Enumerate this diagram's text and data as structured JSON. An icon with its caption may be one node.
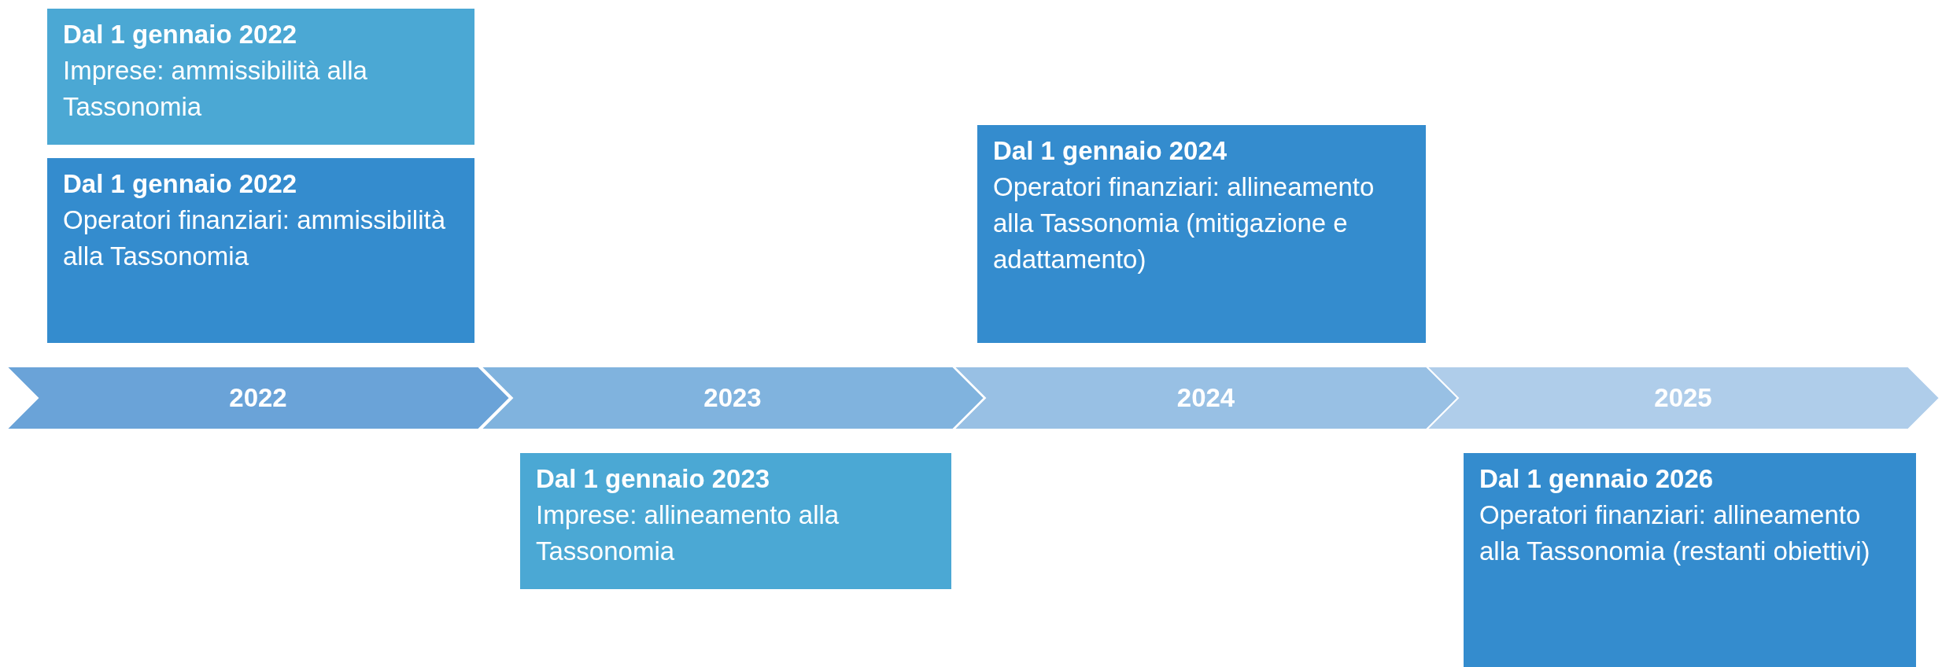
{
  "diagram": {
    "nodes": [
      {
        "text": [
          "Dal 1 gennaio 2022",
          "Imprese: ammissibilità alla Tassonomia"
        ]
      },
      {
        "text": [
          "Dal 1 gennaio 2022",
          "Operatori finanziari: ammissibilità alla Tassonomia"
        ]
      },
      {
        "text": [
          "Dal 1 gennaio 2024",
          "Operatori finanziari: allineamento alla Tassonomia (mitigazione e adattamento)"
        ]
      },
      {
        "text": [
          "2022"
        ]
      },
      {
        "text": [
          "2023"
        ]
      },
      {
        "text": [
          "2024"
        ]
      },
      {
        "text": [
          "2025"
        ]
      },
      {
        "text": [
          "Dal 1 gennaio 2023",
          "Imprese: allineamento alla Tassonomia"
        ]
      },
      {
        "text": [
          "Dal 1 gennaio 2026",
          "Operatori finanziari: allineamento alla Tassonomia (restanti obiettivi)"
        ]
      }
    ]
  }
}
